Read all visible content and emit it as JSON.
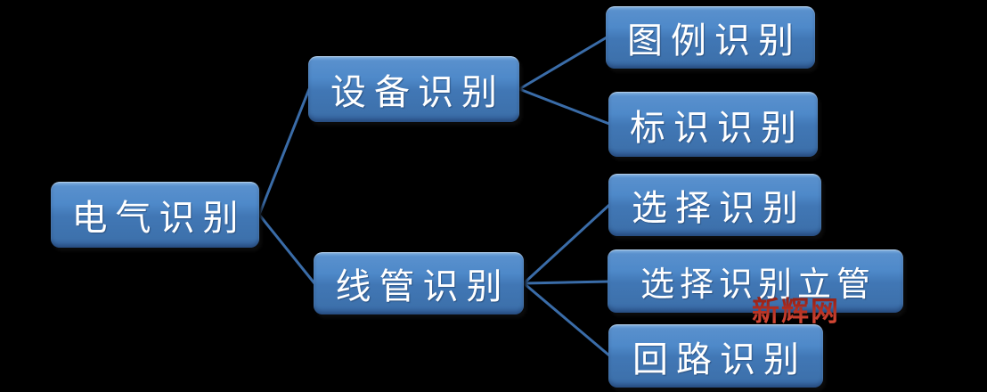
{
  "diagram": {
    "type": "tree",
    "background_color": "#000000",
    "node_fill_top": "#5990cd",
    "node_fill_bottom": "#33609b",
    "node_text_color": "#ffffff",
    "connector_color": "#3a6ca8",
    "nodes": [
      {
        "id": "electrical",
        "label": "电气识别",
        "level": 1
      },
      {
        "id": "equipment",
        "label": "设备识别",
        "level": 2,
        "parent": "electrical"
      },
      {
        "id": "legend",
        "label": "图例识别",
        "level": 3,
        "parent": "equipment"
      },
      {
        "id": "marking",
        "label": "标识识别",
        "level": 3,
        "parent": "equipment"
      },
      {
        "id": "conduit",
        "label": "线管识别",
        "level": 2,
        "parent": "electrical"
      },
      {
        "id": "selection",
        "label": "选择识别",
        "level": 3,
        "parent": "conduit"
      },
      {
        "id": "selection-riser",
        "label": "选择识别立管",
        "level": 3,
        "parent": "conduit"
      },
      {
        "id": "circuit",
        "label": "回路识别",
        "level": 3,
        "parent": "conduit"
      }
    ],
    "edges": [
      {
        "from": "electrical",
        "to": "equipment"
      },
      {
        "from": "electrical",
        "to": "conduit"
      },
      {
        "from": "equipment",
        "to": "legend"
      },
      {
        "from": "equipment",
        "to": "marking"
      },
      {
        "from": "conduit",
        "to": "selection"
      },
      {
        "from": "conduit",
        "to": "selection-riser"
      },
      {
        "from": "conduit",
        "to": "circuit"
      }
    ],
    "watermark": {
      "text": "新辉网",
      "color_top": "#7e1b10",
      "color_bottom": "#e0503c"
    }
  }
}
